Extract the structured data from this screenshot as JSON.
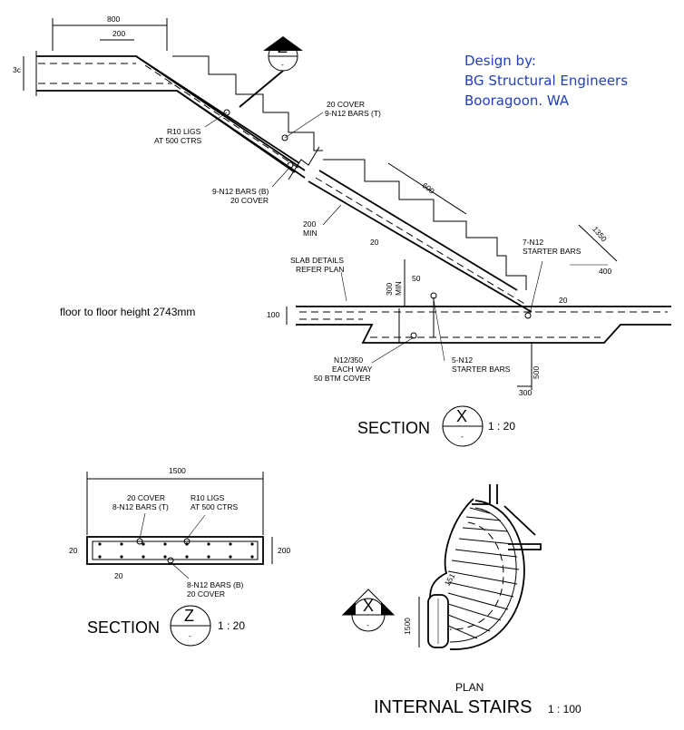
{
  "credits": {
    "line1": "Design by:",
    "line2": "BG Structural Engineers",
    "line3": "Booragoon. WA"
  },
  "note": "floor to floor height 2743mm",
  "section_x": {
    "title": "SECTION",
    "marker_letter": "X",
    "marker_sub": "-",
    "scale": "1 : 20",
    "marker_z_letter": "Z",
    "marker_z_sub": "-",
    "dims": {
      "top_width": "800",
      "top_inner": "200",
      "left_thk": "3c",
      "going": "600",
      "min_200": "200",
      "min_200_b": "MIN",
      "cover_20": "20",
      "step_1350": "1350",
      "step_400": "400",
      "d300": "300",
      "d300_b": "MIN",
      "d50": "50",
      "d20": "20",
      "slab_100": "100",
      "d500": "500",
      "d300_bottom": "300"
    },
    "labels": {
      "ligs_1": "R10 LIGS",
      "ligs_2": "AT 500 CTRS",
      "top_cover_1": "20 COVER",
      "top_cover_2": "9-N12 BARS (T)",
      "bot_bars_1": "9-N12 BARS (B)",
      "bot_bars_2": "20 COVER",
      "starter_1": "7-N12",
      "starter_2": "STARTER BARS",
      "slab_1": "SLAB DETAILS",
      "slab_2": "REFER PLAN",
      "mesh_1": "N12/350",
      "mesh_2": "EACH WAY",
      "mesh_3": "50 BTM COVER",
      "starter5_1": "5-N12",
      "starter5_2": "STARTER BARS"
    }
  },
  "section_z": {
    "title": "SECTION",
    "marker_letter": "Z",
    "marker_sub": "-",
    "scale": "1 : 20",
    "width": "1500",
    "height": "200",
    "cover_left": "20",
    "cover_bottom": "20",
    "labels": {
      "top_1": "20 COVER",
      "top_2": "8-N12 BARS (T)",
      "ligs_1": "R10 LIGS",
      "ligs_2": "AT 500 CTRS",
      "bot_1": "8-N12 BARS (B)",
      "bot_2": "20 COVER"
    }
  },
  "plan": {
    "label": "PLAN",
    "marker_letter": "X",
    "marker_sub": "-",
    "width_dim": "1500",
    "tread_dim": "151",
    "title": "INTERNAL STAIRS",
    "scale": "1 : 100"
  }
}
